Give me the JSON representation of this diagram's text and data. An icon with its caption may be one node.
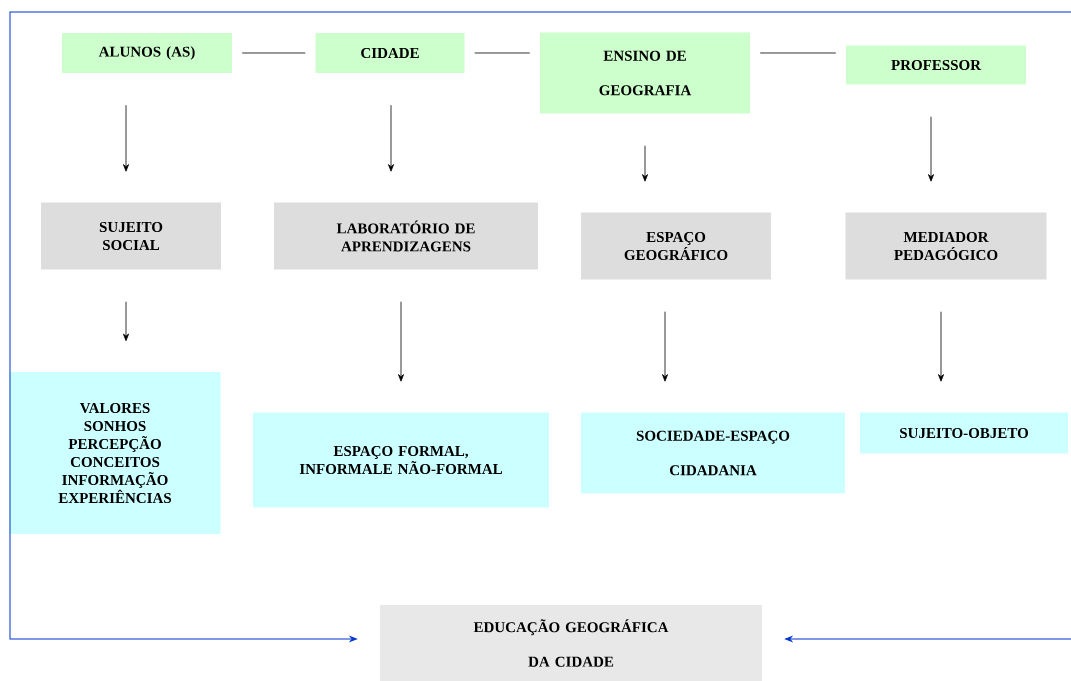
{
  "diagram": {
    "nodes": [
      {
        "text": [
          "ALUNOS (AS)"
        ]
      },
      {
        "text": [
          "CIDADE"
        ]
      },
      {
        "text": [
          "ENSINO DE",
          "GEOGRAFIA"
        ]
      },
      {
        "text": [
          "PROFESSOR"
        ]
      },
      {
        "text": [
          "SUJEITO SOCIAL"
        ]
      },
      {
        "text": [
          "LABORATÓRIO DE APRENDIZAGENS"
        ]
      },
      {
        "text": [
          "ESPAÇO GEOGRÁFICO"
        ]
      },
      {
        "text": [
          "MEDIADOR PEDAGÓGICO"
        ]
      },
      {
        "text": [
          "VALORES",
          "SONHOS",
          "PERCEPÇÃO",
          "CONCEITOS",
          "INFORMAÇÃO",
          "EXPERIÊNCIAS"
        ]
      },
      {
        "text": [
          "ESPAÇO FORMAL, INFORMALE NÃO-FORMAL"
        ]
      },
      {
        "text": [
          "SOCIEDADE-ESPAÇO",
          "CIDADANIA"
        ]
      },
      {
        "text": [
          "SUJEITO-OBJETO"
        ]
      },
      {
        "text": [
          "EDUCAÇÃO GEOGRÁFICA",
          "DA CIDADE"
        ]
      }
    ],
    "edges": [
      {
        "from": 0,
        "to": 1,
        "arrow": "none"
      },
      {
        "from": 1,
        "to": 2,
        "arrow": "none"
      },
      {
        "from": 2,
        "to": 3,
        "arrow": "none"
      },
      {
        "from": 0,
        "to": 4,
        "arrow": "to"
      },
      {
        "from": 1,
        "to": 5,
        "arrow": "to"
      },
      {
        "from": 2,
        "to": 6,
        "arrow": "to"
      },
      {
        "from": 3,
        "to": 7,
        "arrow": "to"
      },
      {
        "from": 4,
        "to": 8,
        "arrow": "to"
      },
      {
        "from": 5,
        "to": 9,
        "arrow": "to"
      },
      {
        "from": 6,
        "to": 10,
        "arrow": "to"
      },
      {
        "from": 7,
        "to": 11,
        "arrow": "to"
      },
      {
        "from": null,
        "to": 12,
        "arrow": "to",
        "color": "#0033cc"
      },
      {
        "from": null,
        "to": 12,
        "arrow": "to",
        "color": "#0033cc"
      }
    ]
  }
}
